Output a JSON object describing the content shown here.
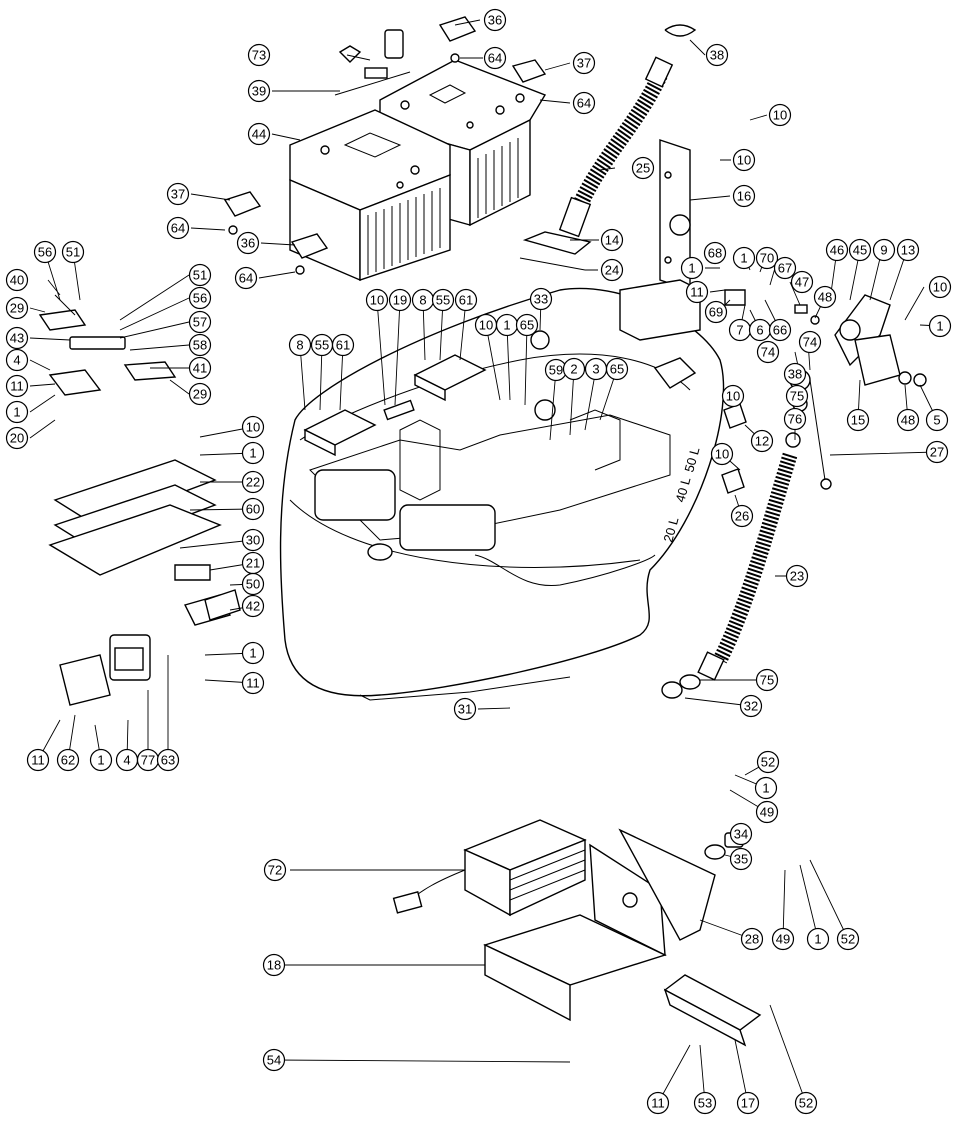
{
  "diagram": {
    "type": "exploded-parts-view",
    "tank_volume_marks": [
      "50 L",
      "40 L",
      "20 L"
    ],
    "callouts": [
      {
        "id": "c-36a",
        "label": "36"
      },
      {
        "id": "c-38a",
        "label": "38"
      },
      {
        "id": "c-73",
        "label": "73"
      },
      {
        "id": "c-64a",
        "label": "64"
      },
      {
        "id": "c-37a",
        "label": "37"
      },
      {
        "id": "c-39",
        "label": "39"
      },
      {
        "id": "c-64b",
        "label": "64"
      },
      {
        "id": "c-10a",
        "label": "10"
      },
      {
        "id": "c-44",
        "label": "44"
      },
      {
        "id": "c-10b",
        "label": "10"
      },
      {
        "id": "c-25",
        "label": "25"
      },
      {
        "id": "c-16",
        "label": "16"
      },
      {
        "id": "c-37b",
        "label": "37"
      },
      {
        "id": "c-64c",
        "label": "64"
      },
      {
        "id": "c-14",
        "label": "14"
      },
      {
        "id": "c-36b",
        "label": "36"
      },
      {
        "id": "c-24",
        "label": "24"
      },
      {
        "id": "c-64d",
        "label": "64"
      },
      {
        "id": "c-1a",
        "label": "1"
      },
      {
        "id": "c-68",
        "label": "68"
      },
      {
        "id": "c-1b",
        "label": "1"
      },
      {
        "id": "c-70",
        "label": "70"
      },
      {
        "id": "c-67",
        "label": "67"
      },
      {
        "id": "c-46",
        "label": "46"
      },
      {
        "id": "c-45",
        "label": "45"
      },
      {
        "id": "c-9",
        "label": "9"
      },
      {
        "id": "c-13",
        "label": "13"
      },
      {
        "id": "c-47",
        "label": "47"
      },
      {
        "id": "c-48a",
        "label": "48"
      },
      {
        "id": "c-10c",
        "label": "10"
      },
      {
        "id": "c-1c",
        "label": "1"
      },
      {
        "id": "c-11a",
        "label": "11"
      },
      {
        "id": "c-69",
        "label": "69"
      },
      {
        "id": "c-7",
        "label": "7"
      },
      {
        "id": "c-6",
        "label": "6"
      },
      {
        "id": "c-66",
        "label": "66"
      },
      {
        "id": "c-56a",
        "label": "56"
      },
      {
        "id": "c-51a",
        "label": "51"
      },
      {
        "id": "c-51b",
        "label": "51"
      },
      {
        "id": "c-40",
        "label": "40"
      },
      {
        "id": "c-56b",
        "label": "56"
      },
      {
        "id": "c-29a",
        "label": "29"
      },
      {
        "id": "c-57",
        "label": "57"
      },
      {
        "id": "c-43",
        "label": "43"
      },
      {
        "id": "c-58",
        "label": "58"
      },
      {
        "id": "c-4a",
        "label": "4"
      },
      {
        "id": "c-41",
        "label": "41"
      },
      {
        "id": "c-11b",
        "label": "11"
      },
      {
        "id": "c-29b",
        "label": "29"
      },
      {
        "id": "c-1d",
        "label": "1"
      },
      {
        "id": "c-20",
        "label": "20"
      },
      {
        "id": "c-10d",
        "label": "10"
      },
      {
        "id": "c-19",
        "label": "19"
      },
      {
        "id": "c-8a",
        "label": "8"
      },
      {
        "id": "c-55a",
        "label": "55"
      },
      {
        "id": "c-61a",
        "label": "61"
      },
      {
        "id": "c-33",
        "label": "33"
      },
      {
        "id": "c-8b",
        "label": "8"
      },
      {
        "id": "c-55b",
        "label": "55"
      },
      {
        "id": "c-61b",
        "label": "61"
      },
      {
        "id": "c-10e",
        "label": "10"
      },
      {
        "id": "c-1e",
        "label": "1"
      },
      {
        "id": "c-65a",
        "label": "65"
      },
      {
        "id": "c-74a",
        "label": "74"
      },
      {
        "id": "c-74b",
        "label": "74"
      },
      {
        "id": "c-38b",
        "label": "38"
      },
      {
        "id": "c-75a",
        "label": "75"
      },
      {
        "id": "c-15",
        "label": "15"
      },
      {
        "id": "c-48b",
        "label": "48"
      },
      {
        "id": "c-5",
        "label": "5"
      },
      {
        "id": "c-59",
        "label": "59"
      },
      {
        "id": "c-2",
        "label": "2"
      },
      {
        "id": "c-3",
        "label": "3"
      },
      {
        "id": "c-65b",
        "label": "65"
      },
      {
        "id": "c-10f",
        "label": "10"
      },
      {
        "id": "c-76",
        "label": "76"
      },
      {
        "id": "c-12",
        "label": "12"
      },
      {
        "id": "c-27",
        "label": "27"
      },
      {
        "id": "c-10g",
        "label": "10"
      },
      {
        "id": "c-1f",
        "label": "1"
      },
      {
        "id": "c-10h",
        "label": "10"
      },
      {
        "id": "c-22",
        "label": "22"
      },
      {
        "id": "c-26",
        "label": "26"
      },
      {
        "id": "c-60",
        "label": "60"
      },
      {
        "id": "c-30",
        "label": "30"
      },
      {
        "id": "c-23",
        "label": "23"
      },
      {
        "id": "c-21",
        "label": "21"
      },
      {
        "id": "c-50",
        "label": "50"
      },
      {
        "id": "c-42",
        "label": "42"
      },
      {
        "id": "c-1g",
        "label": "1"
      },
      {
        "id": "c-11c",
        "label": "11"
      },
      {
        "id": "c-75b",
        "label": "75"
      },
      {
        "id": "c-32",
        "label": "32"
      },
      {
        "id": "c-31",
        "label": "31"
      },
      {
        "id": "c-11d",
        "label": "11"
      },
      {
        "id": "c-62",
        "label": "62"
      },
      {
        "id": "c-1h",
        "label": "1"
      },
      {
        "id": "c-4b",
        "label": "4"
      },
      {
        "id": "c-77",
        "label": "77"
      },
      {
        "id": "c-63",
        "label": "63"
      },
      {
        "id": "c-52a",
        "label": "52"
      },
      {
        "id": "c-1i",
        "label": "1"
      },
      {
        "id": "c-49a",
        "label": "49"
      },
      {
        "id": "c-34",
        "label": "34"
      },
      {
        "id": "c-35",
        "label": "35"
      },
      {
        "id": "c-72",
        "label": "72"
      },
      {
        "id": "c-28",
        "label": "28"
      },
      {
        "id": "c-49b",
        "label": "49"
      },
      {
        "id": "c-1j",
        "label": "1"
      },
      {
        "id": "c-52b",
        "label": "52"
      },
      {
        "id": "c-18",
        "label": "18"
      },
      {
        "id": "c-54",
        "label": "54"
      },
      {
        "id": "c-11e",
        "label": "11"
      },
      {
        "id": "c-53",
        "label": "53"
      },
      {
        "id": "c-17",
        "label": "17"
      },
      {
        "id": "c-52c",
        "label": "52"
      }
    ]
  }
}
